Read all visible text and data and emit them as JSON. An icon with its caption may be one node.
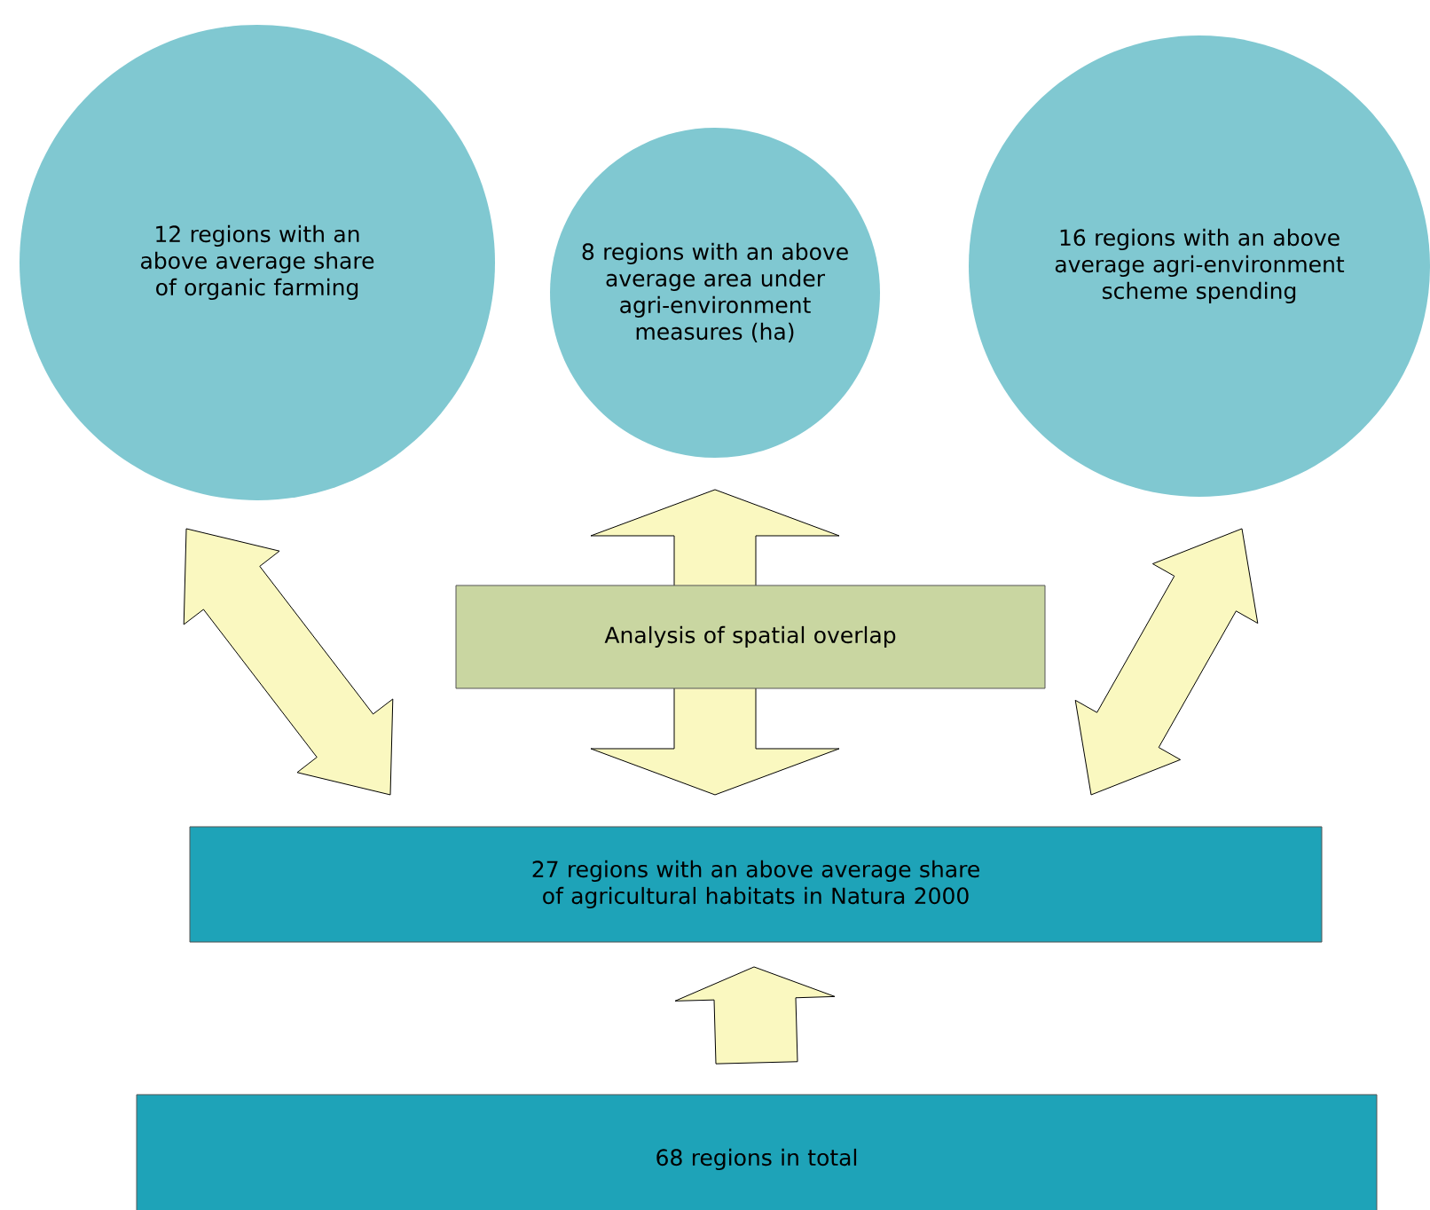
{
  "diagram": {
    "nodes": [
      {
        "text": [
          "12 regions with an above average share of organic farming"
        ]
      },
      {
        "text": [
          "8 regions with an above average area under agri-environment measures (ha)"
        ]
      },
      {
        "text": [
          "16 regions with an above average agri-environment scheme spending"
        ]
      },
      {
        "text": [
          "Analysis of spatial overlap"
        ]
      },
      {
        "text": [
          "27 regions with an above average share of agricultural habitats in Natura 2000"
        ]
      },
      {
        "text": [
          "68 regions in total"
        ]
      }
    ],
    "edges": [
      {
        "from": 0,
        "to": 4,
        "arrow": "both"
      },
      {
        "from": 1,
        "to": 4,
        "arrow": "both"
      },
      {
        "from": 2,
        "to": 4,
        "arrow": "both"
      },
      {
        "from": 5,
        "to": 4,
        "arrow": "to"
      }
    ]
  }
}
